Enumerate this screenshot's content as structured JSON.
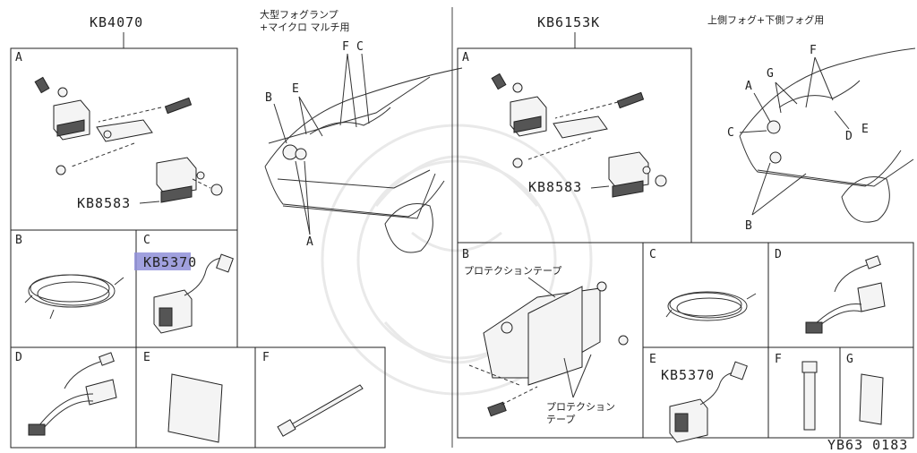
{
  "left": {
    "kit_code": "KB4070",
    "caption_line1": "大型フォグランプ",
    "caption_line2": "+マイクロ マルチ用",
    "boxes": {
      "A": "A",
      "B": "B",
      "C": "C",
      "D": "D",
      "E": "E",
      "F": "F"
    },
    "relay_code": "KB8583",
    "switch_code": "KB5370",
    "callouts": {
      "B": "B",
      "E": "E",
      "F": "F",
      "C": "C",
      "A": "A"
    }
  },
  "right": {
    "kit_code": "KB6153K",
    "caption": "上側フォグ+下側フォグ用",
    "boxes": {
      "A": "A",
      "B": "B",
      "C": "C",
      "D": "D",
      "E": "E",
      "F": "F",
      "G": "G"
    },
    "relay_code": "KB8583",
    "switch_code": "KB5370",
    "tape_label_top": "プロテクションテープ",
    "tape_label_bottom_1": "プロテクション",
    "tape_label_bottom_2": "テープ",
    "callouts": {
      "F": "F",
      "G": "G",
      "A": "A",
      "C": "C",
      "D": "D",
      "E": "E",
      "B": "B"
    }
  },
  "diagram_id": "YB63 0183",
  "colors": {
    "highlight": "#8f8fd8",
    "line": "#222222"
  }
}
